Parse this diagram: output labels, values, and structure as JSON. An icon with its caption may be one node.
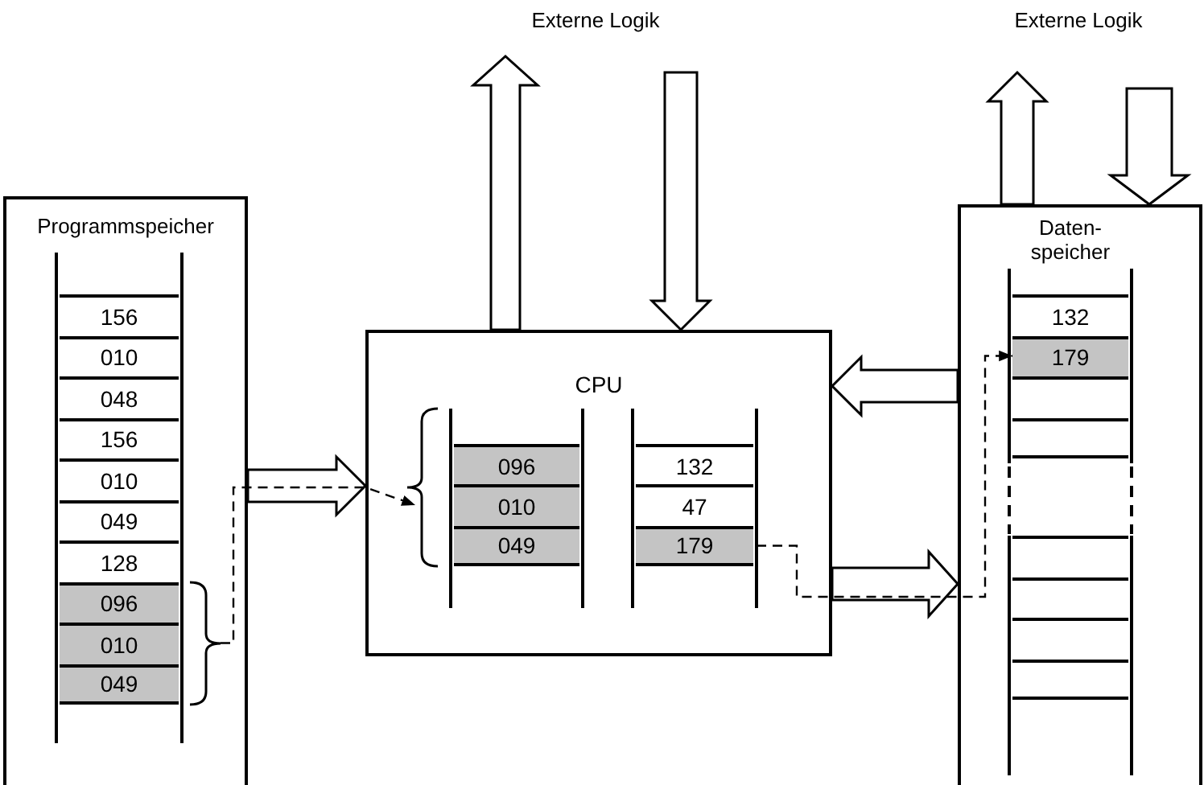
{
  "diagram": {
    "nodes": [
      {
        "text": [
          "Programmspeicher"
        ]
      },
      {
        "text": [
          "156"
        ],
        "in": 0
      },
      {
        "text": [
          "010"
        ],
        "in": 0
      },
      {
        "text": [
          "048"
        ],
        "in": 0
      },
      {
        "text": [
          "156"
        ],
        "in": 0
      },
      {
        "text": [
          "010"
        ],
        "in": 0
      },
      {
        "text": [
          "049"
        ],
        "in": 0
      },
      {
        "text": [
          "128"
        ],
        "in": 0
      },
      {
        "text": [
          "096"
        ],
        "in": 0
      },
      {
        "text": [
          "010"
        ],
        "in": 0
      },
      {
        "text": [
          "049"
        ],
        "in": 0
      },
      {
        "text": [
          "CPU"
        ]
      },
      {
        "text": [
          "096"
        ],
        "in": 11
      },
      {
        "text": [
          "010"
        ],
        "in": 11
      },
      {
        "text": [
          "049"
        ],
        "in": 11
      },
      {
        "text": [
          "132"
        ],
        "in": 11
      },
      {
        "text": [
          "47"
        ],
        "in": 11
      },
      {
        "text": [
          "179"
        ],
        "in": 11
      },
      {
        "text": [
          "Daten- speicher"
        ]
      },
      {
        "text": [
          "132"
        ],
        "in": 18
      },
      {
        "text": [
          "179"
        ],
        "in": 18
      },
      {
        "text": [],
        "shape": "box",
        "in": 18
      },
      {
        "text": [],
        "shape": "box",
        "in": 18
      },
      {
        "text": [],
        "shape": "box",
        "in": 18
      },
      {
        "text": [],
        "shape": "box",
        "in": 18
      },
      {
        "text": [],
        "shape": "box",
        "in": 18
      },
      {
        "text": [],
        "shape": "box",
        "in": 18
      },
      {
        "text": [
          "Externe Logik"
        ]
      },
      {
        "text": [
          "Externe Logik"
        ]
      }
    ],
    "edges": [
      {
        "from": 11,
        "to": 27,
        "arrow": "to"
      },
      {
        "from": 27,
        "to": 11,
        "arrow": "to"
      },
      {
        "from": 18,
        "to": 28,
        "arrow": "to"
      },
      {
        "from": 28,
        "to": 18,
        "arrow": "to"
      },
      {
        "from": 0,
        "to": 11,
        "arrow": "to"
      },
      {
        "from": 18,
        "to": 11,
        "arrow": "to"
      },
      {
        "from": 11,
        "to": 18,
        "arrow": "to"
      },
      {
        "from": 9,
        "to": 13,
        "arrow": "to",
        "style": "dashed"
      },
      {
        "from": 17,
        "to": 20,
        "arrow": "to",
        "style": "dashed"
      }
    ]
  }
}
